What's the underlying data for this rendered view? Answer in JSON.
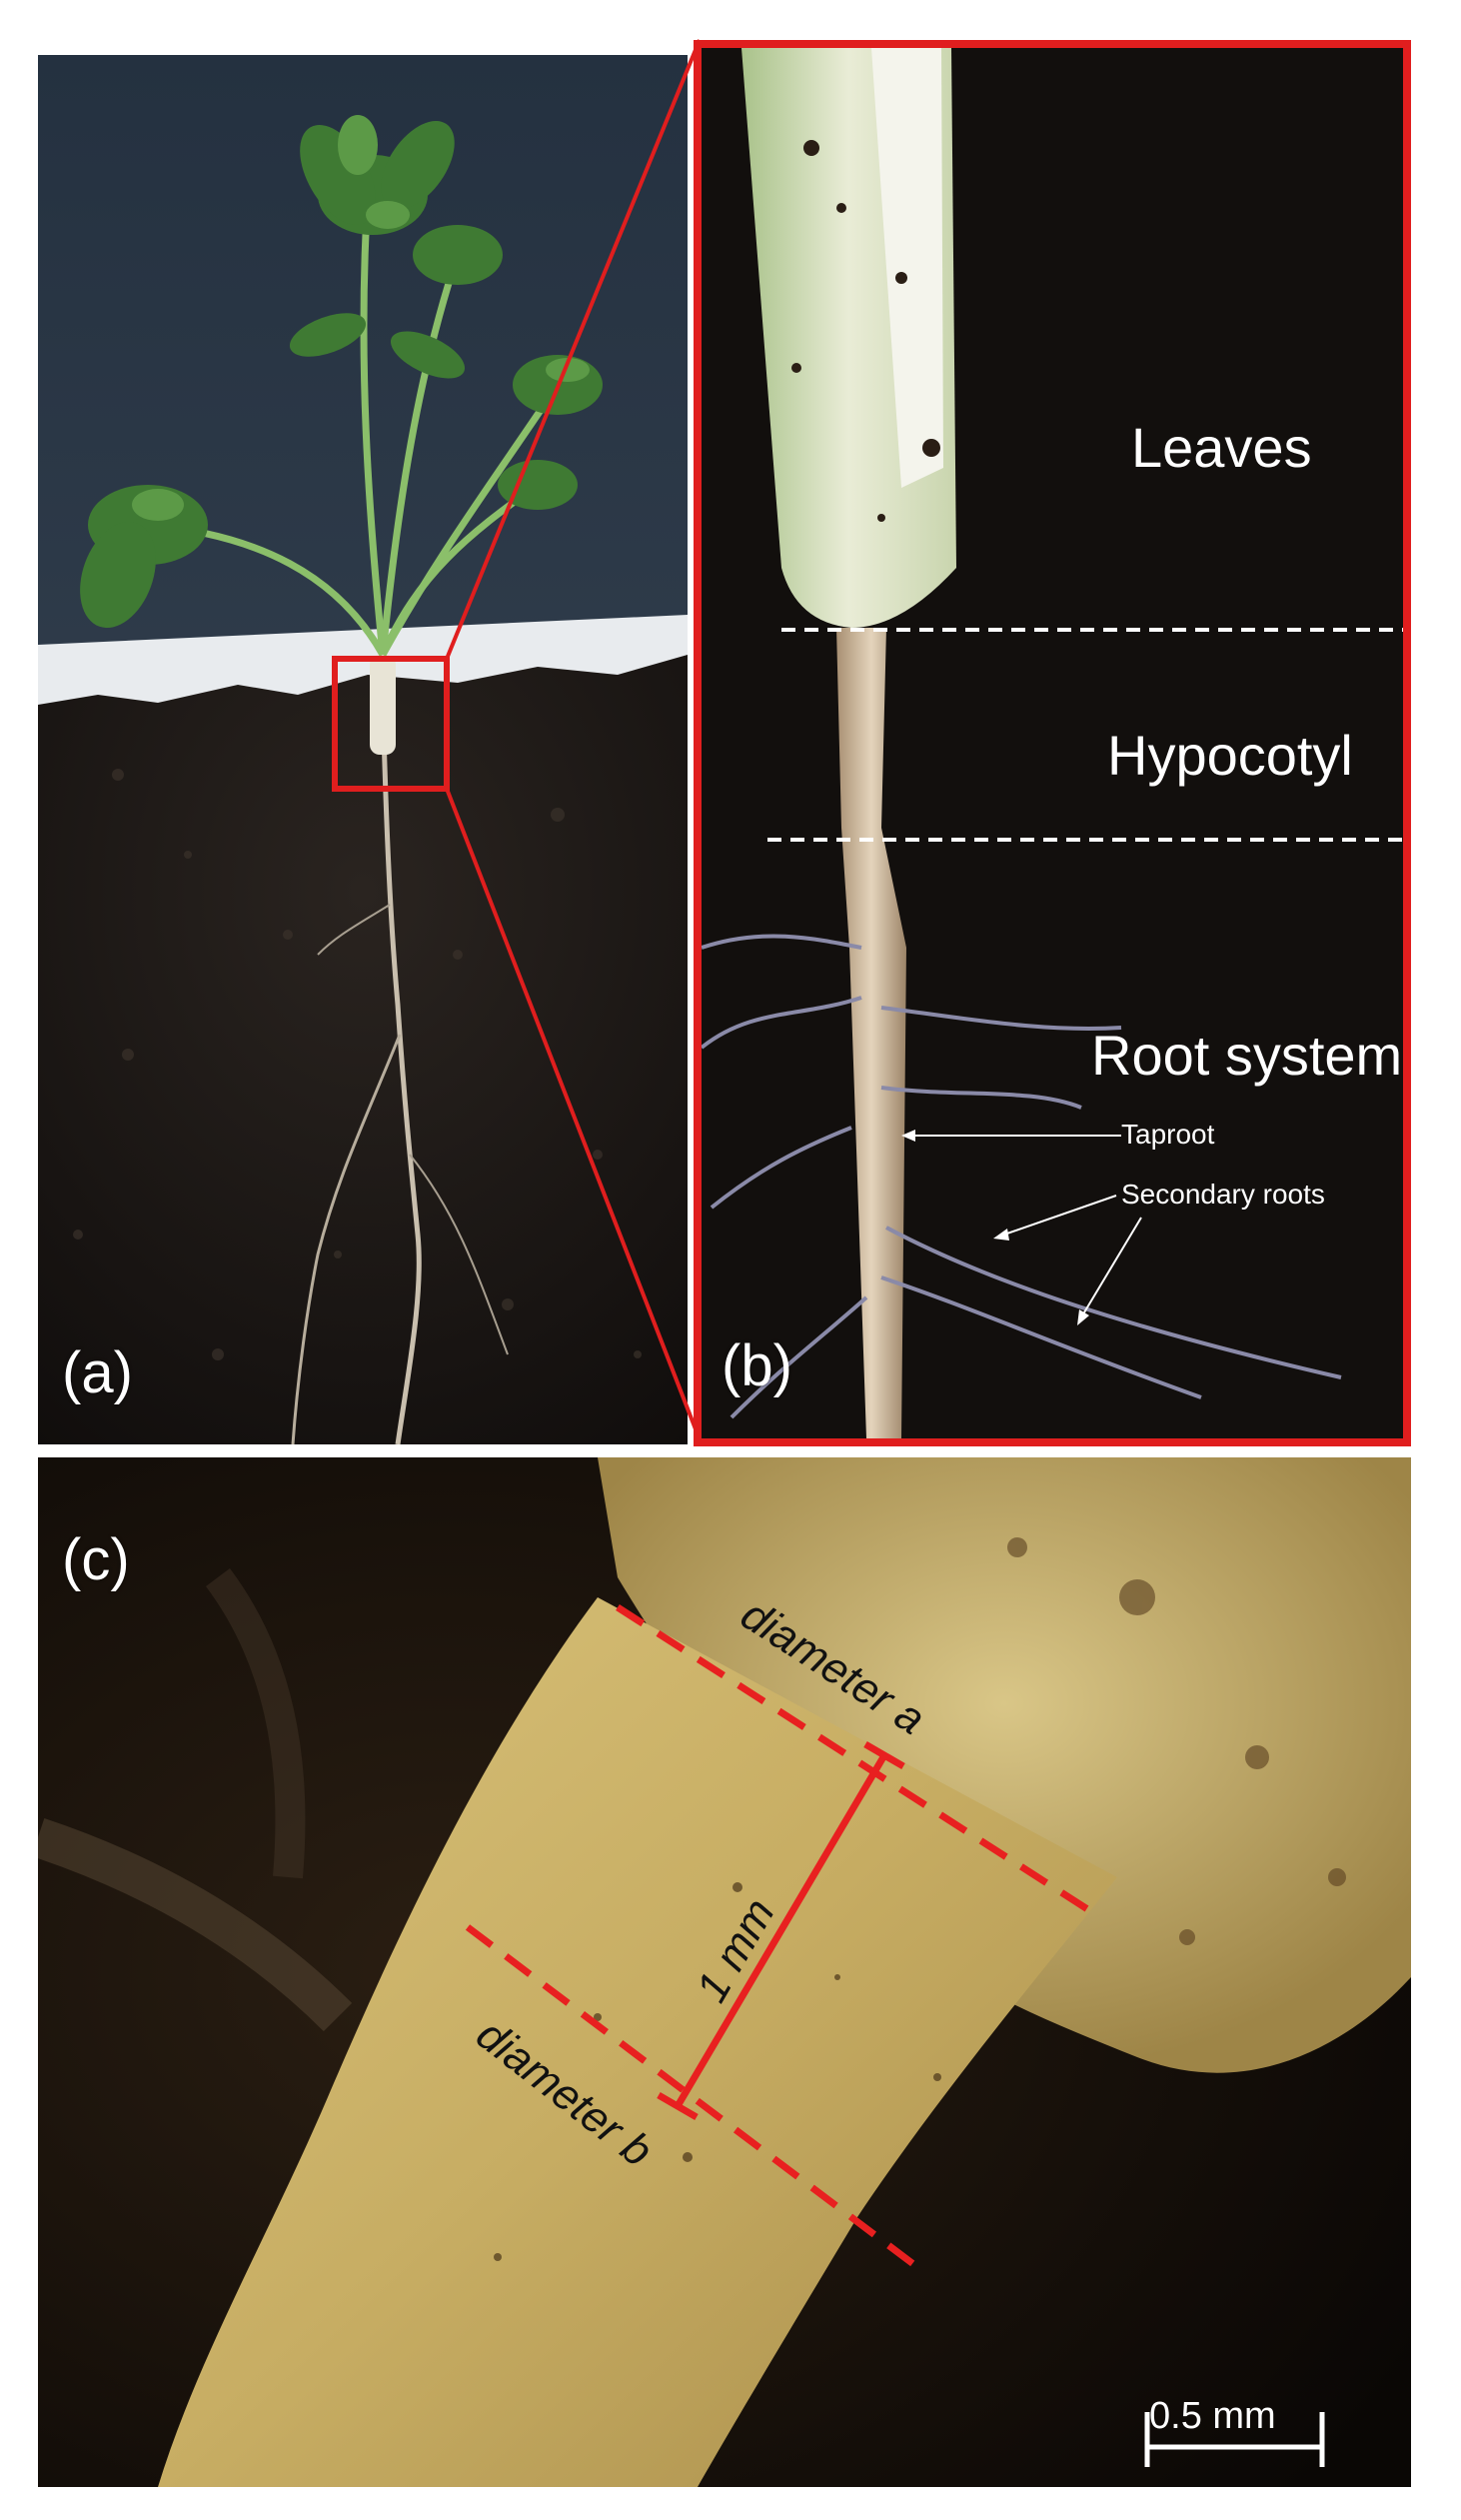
{
  "panels": {
    "a": {
      "letter": "(a)"
    },
    "b": {
      "letter": "(b)",
      "regions": [
        "Leaves",
        "Hypocotyl",
        "Root system"
      ],
      "annotations": [
        "Taproot",
        "Secondary roots"
      ]
    },
    "c": {
      "letter": "(c)",
      "measurements": {
        "diameter_a": "diameter a",
        "diameter_b": "diameter b",
        "distance": "1 mm"
      },
      "scale_bar": "0.5 mm"
    }
  },
  "colors": {
    "highlight_frame": "#e01e1e",
    "measurement_line": "#e82020",
    "label_text": "#ffffff",
    "soil": "#1a1613",
    "backdrop": "#2f3b4a"
  }
}
